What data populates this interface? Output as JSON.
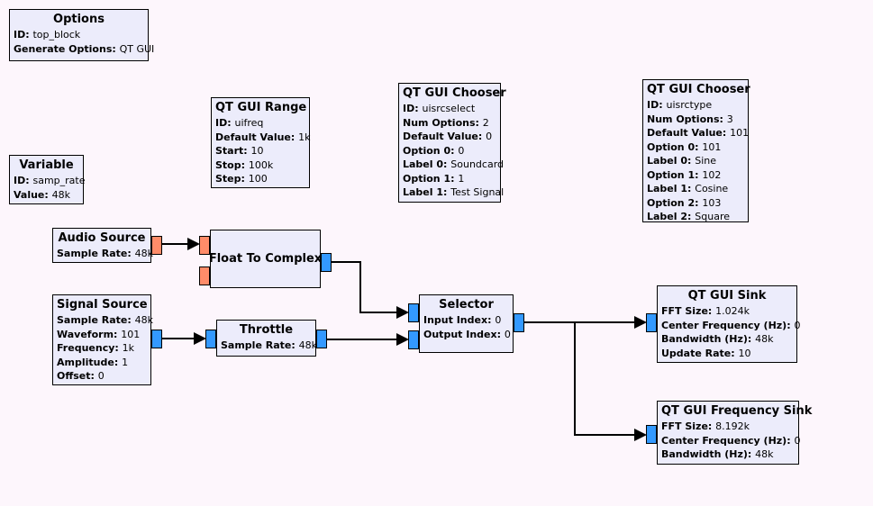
{
  "app": {
    "name": "GNU Radio Companion flowgraph"
  },
  "colors": {
    "canvas_bg": "#fdf6fc",
    "block_fill": "#ececfb",
    "block_border": "#000000",
    "port_float": "#ff8c69",
    "port_complex": "#3399ff",
    "wire": "#000000",
    "text": "#000000"
  },
  "blocks": {
    "options": {
      "title": "Options",
      "params": [
        {
          "label": "ID",
          "value": "top_block"
        },
        {
          "label": "Generate Options",
          "value": "QT GUI"
        }
      ]
    },
    "variable": {
      "title": "Variable",
      "params": [
        {
          "label": "ID",
          "value": "samp_rate"
        },
        {
          "label": "Value",
          "value": "48k"
        }
      ]
    },
    "qt_gui_range": {
      "title": "QT GUI Range",
      "params": [
        {
          "label": "ID",
          "value": "uifreq"
        },
        {
          "label": "Default Value",
          "value": "1k"
        },
        {
          "label": "Start",
          "value": "10"
        },
        {
          "label": "Stop",
          "value": "100k"
        },
        {
          "label": "Step",
          "value": "100"
        }
      ]
    },
    "qt_gui_chooser_src": {
      "title": "QT GUI Chooser",
      "params": [
        {
          "label": "ID",
          "value": "uisrcselect"
        },
        {
          "label": "Num Options",
          "value": "2"
        },
        {
          "label": "Default Value",
          "value": "0"
        },
        {
          "label": "Option 0",
          "value": "0"
        },
        {
          "label": "Label 0",
          "value": "Soundcard"
        },
        {
          "label": "Option 1",
          "value": "1"
        },
        {
          "label": "Label 1",
          "value": "Test Signal"
        }
      ]
    },
    "qt_gui_chooser_type": {
      "title": "QT GUI Chooser",
      "params": [
        {
          "label": "ID",
          "value": "uisrctype"
        },
        {
          "label": "Num Options",
          "value": "3"
        },
        {
          "label": "Default Value",
          "value": "101"
        },
        {
          "label": "Option 0",
          "value": "101"
        },
        {
          "label": "Label 0",
          "value": "Sine"
        },
        {
          "label": "Option 1",
          "value": "102"
        },
        {
          "label": "Label 1",
          "value": "Cosine"
        },
        {
          "label": "Option 2",
          "value": "103"
        },
        {
          "label": "Label 2",
          "value": "Square"
        }
      ]
    },
    "audio_source": {
      "title": "Audio Source",
      "ports_out": [
        "float"
      ],
      "params": [
        {
          "label": "Sample Rate",
          "value": "48k"
        }
      ]
    },
    "float_to_complex": {
      "title": "Float To Complex",
      "ports_in": [
        "float",
        "float"
      ],
      "ports_out": [
        "complex"
      ],
      "params": []
    },
    "signal_source": {
      "title": "Signal Source",
      "ports_out": [
        "complex"
      ],
      "params": [
        {
          "label": "Sample Rate",
          "value": "48k"
        },
        {
          "label": "Waveform",
          "value": "101"
        },
        {
          "label": "Frequency",
          "value": "1k"
        },
        {
          "label": "Amplitude",
          "value": "1"
        },
        {
          "label": "Offset",
          "value": "0"
        }
      ]
    },
    "throttle": {
      "title": "Throttle",
      "ports_in": [
        "complex"
      ],
      "ports_out": [
        "complex"
      ],
      "params": [
        {
          "label": "Sample Rate",
          "value": "48k"
        }
      ]
    },
    "selector": {
      "title": "Selector",
      "ports_in": [
        "complex",
        "complex"
      ],
      "ports_out": [
        "complex"
      ],
      "params": [
        {
          "label": "Input Index",
          "value": "0"
        },
        {
          "label": "Output Index",
          "value": "0"
        }
      ]
    },
    "qt_gui_sink": {
      "title": "QT GUI Sink",
      "ports_in": [
        "complex"
      ],
      "params": [
        {
          "label": "FFT Size",
          "value": "1.024k"
        },
        {
          "label": "Center Frequency (Hz)",
          "value": "0"
        },
        {
          "label": "Bandwidth (Hz)",
          "value": "48k"
        },
        {
          "label": "Update Rate",
          "value": "10"
        }
      ]
    },
    "qt_gui_frequency_sink": {
      "title": "QT GUI Frequency Sink",
      "ports_in": [
        "complex"
      ],
      "params": [
        {
          "label": "FFT Size",
          "value": "8.192k"
        },
        {
          "label": "Center Frequency (Hz)",
          "value": "0"
        },
        {
          "label": "Bandwidth (Hz)",
          "value": "48k"
        }
      ]
    }
  },
  "connections": [
    {
      "from": "audio_source.out0",
      "to": "float_to_complex.in0",
      "type": "float"
    },
    {
      "from": "float_to_complex.out0",
      "to": "selector.in0",
      "type": "complex"
    },
    {
      "from": "signal_source.out0",
      "to": "throttle.in0",
      "type": "complex"
    },
    {
      "from": "throttle.out0",
      "to": "selector.in1",
      "type": "complex"
    },
    {
      "from": "selector.out0",
      "to": "qt_gui_sink.in0",
      "type": "complex"
    },
    {
      "from": "selector.out0",
      "to": "qt_gui_frequency_sink.in0",
      "type": "complex"
    }
  ]
}
